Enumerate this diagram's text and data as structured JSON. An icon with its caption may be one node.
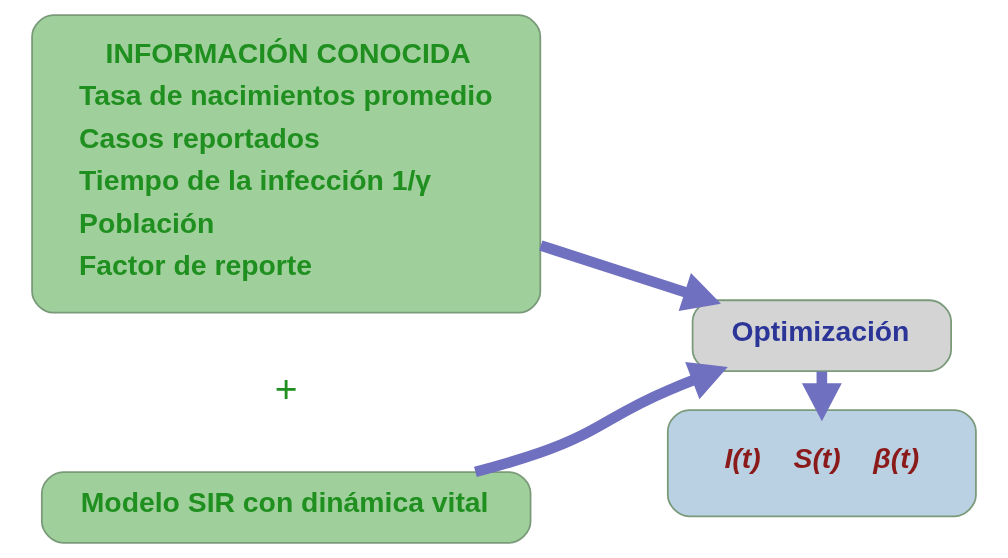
{
  "diagram": {
    "nodes": [
      {
        "text": [
          "INFORMACIÓN CONOCIDA",
          "Tasa de nacimientos promedio",
          "Casos reportados",
          "Tiempo de la infección 1/γ",
          "Población",
          "Factor de reporte"
        ]
      },
      {
        "text": [
          "Modelo SIR con dinámica vital"
        ]
      },
      {
        "text": [
          "Optimización"
        ]
      },
      {
        "text": [
          "I(t)",
          "S(t)",
          "β(t)"
        ]
      }
    ],
    "edges": [
      {
        "from": 0,
        "to": 2,
        "arrow": "to"
      },
      {
        "from": 1,
        "to": 2,
        "arrow": "to"
      },
      {
        "from": 2,
        "to": 3,
        "arrow": "to"
      }
    ],
    "labels": [
      "+"
    ]
  }
}
